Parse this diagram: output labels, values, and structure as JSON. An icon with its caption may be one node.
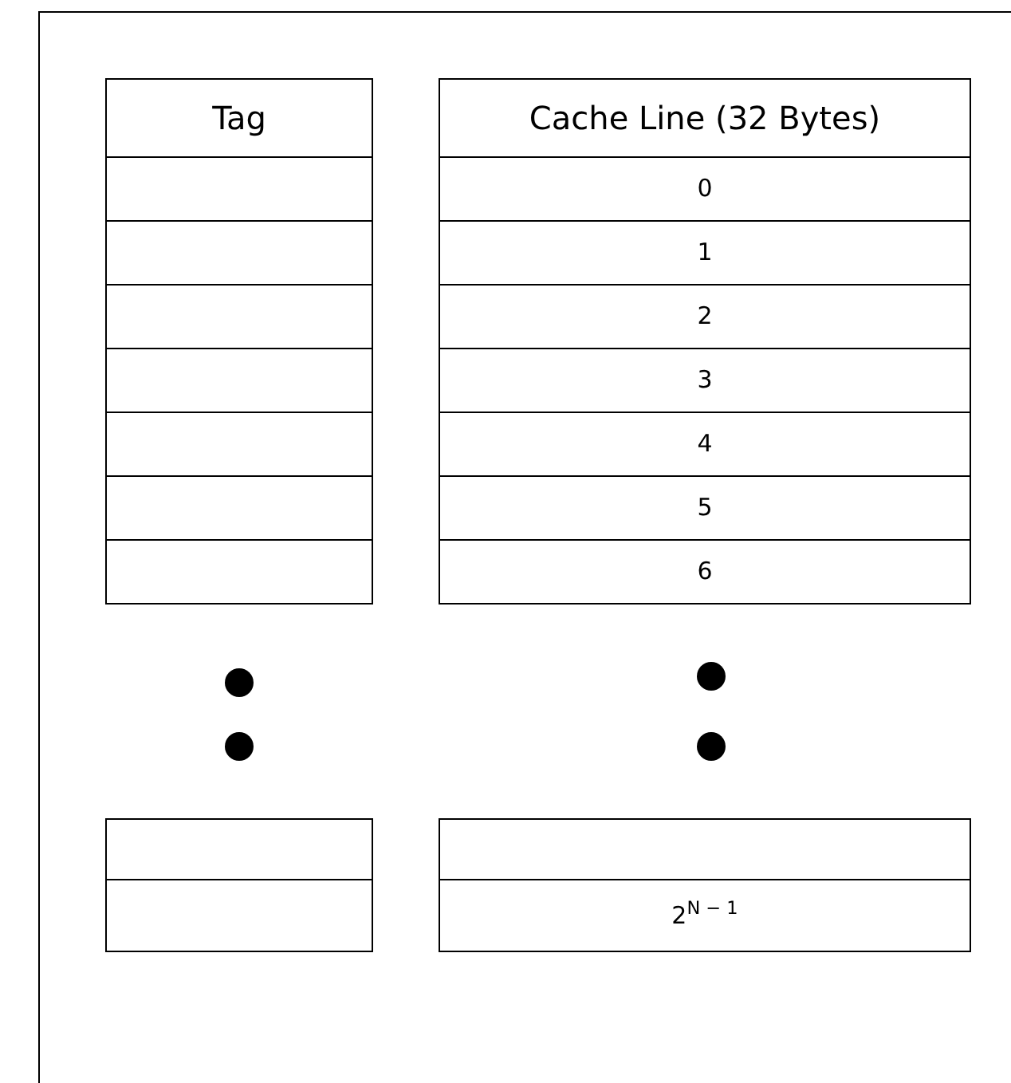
{
  "diagram": {
    "labels": [
      "Tag",
      "Cache Line (32 Bytes)",
      "0",
      "1",
      "2",
      "3",
      "4",
      "5",
      "6",
      "2$^{N − 1}$"
    ]
  }
}
